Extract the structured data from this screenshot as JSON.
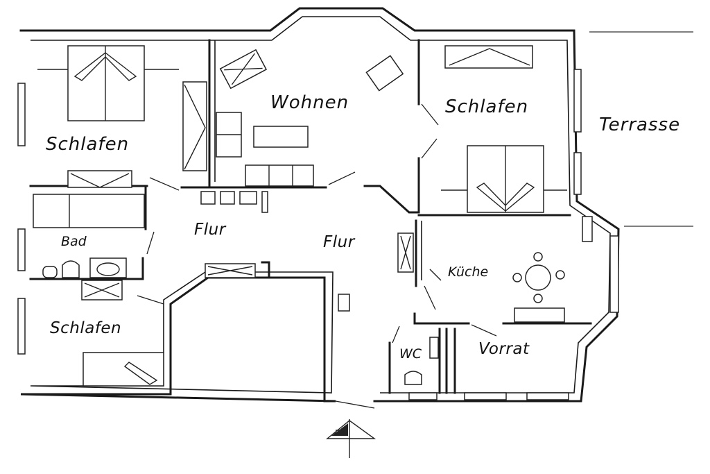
{
  "rooms": {
    "wohnen": "Wohnen",
    "schlafen_nw": "Schlafen",
    "schlafen_ne": "Schlafen",
    "schlafen_sw": "Schlafen",
    "bad": "Bad",
    "flur_left": "Flur",
    "flur_center": "Flur",
    "kueche": "Küche",
    "wc": "WC",
    "vorrat": "Vorrat"
  },
  "outside": {
    "terrasse": "Terrasse"
  },
  "icons": {
    "north_arrow": "north-arrow-icon"
  }
}
